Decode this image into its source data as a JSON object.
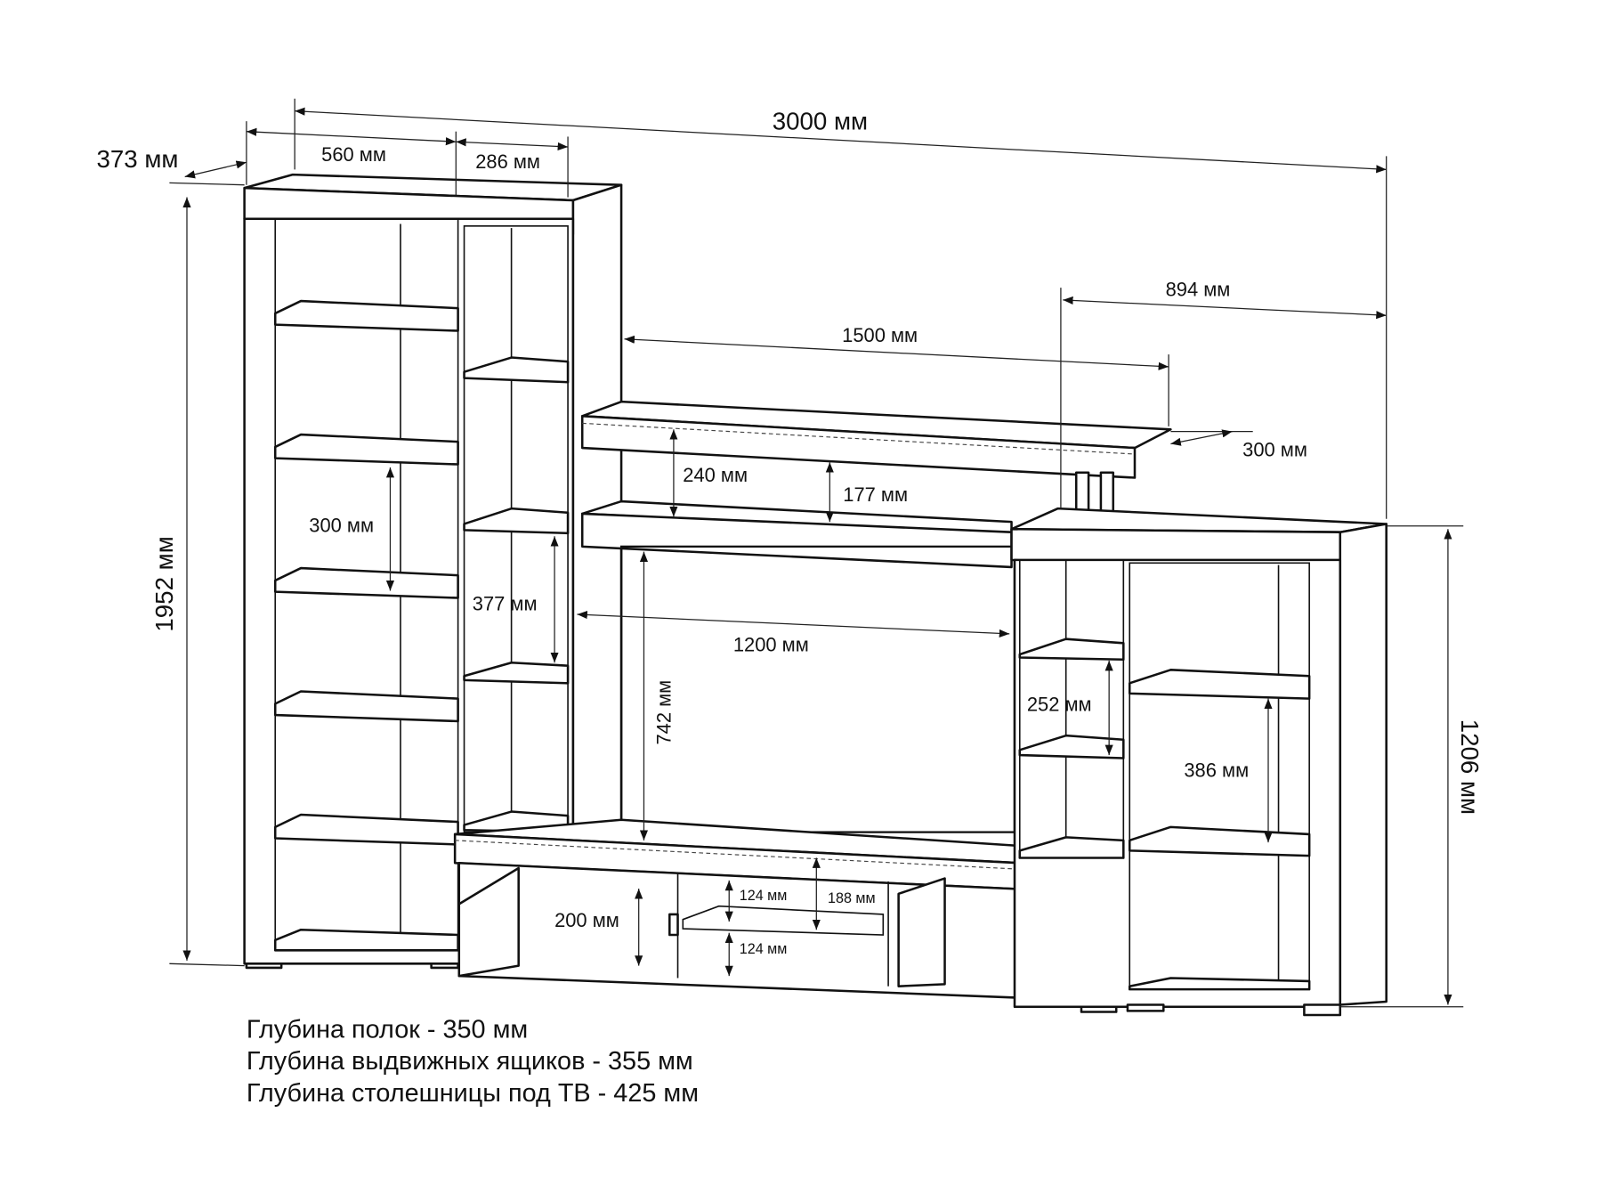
{
  "dimensions": {
    "total_width": "3000 мм",
    "depth_top": "373 мм",
    "left_col_width": "560 мм",
    "right_col_width": "286 мм",
    "total_height": "1952 мм",
    "right_unit_height": "1206 мм",
    "shelf_width": "1500 мм",
    "right_section": "894 мм",
    "shelf_depth": "300 мм",
    "gap_240": "240 мм",
    "gap_177": "177 мм",
    "left_shelf_gap": "300 мм",
    "col_shelf_gap": "377 мм",
    "tv_width": "1200 мм",
    "tv_height": "742 мм",
    "right_small_gap": "252 мм",
    "right_shelf_gap": "386 мм",
    "drawer_height": "200 мм",
    "niche_top": "124 мм",
    "niche_bottom": "124 мм",
    "base_height": "188 мм"
  },
  "notes": [
    "Глубина полок - 350 мм",
    "Глубина выдвижных ящиков - 355 мм",
    "Глубина столешницы под ТВ - 425 мм"
  ]
}
